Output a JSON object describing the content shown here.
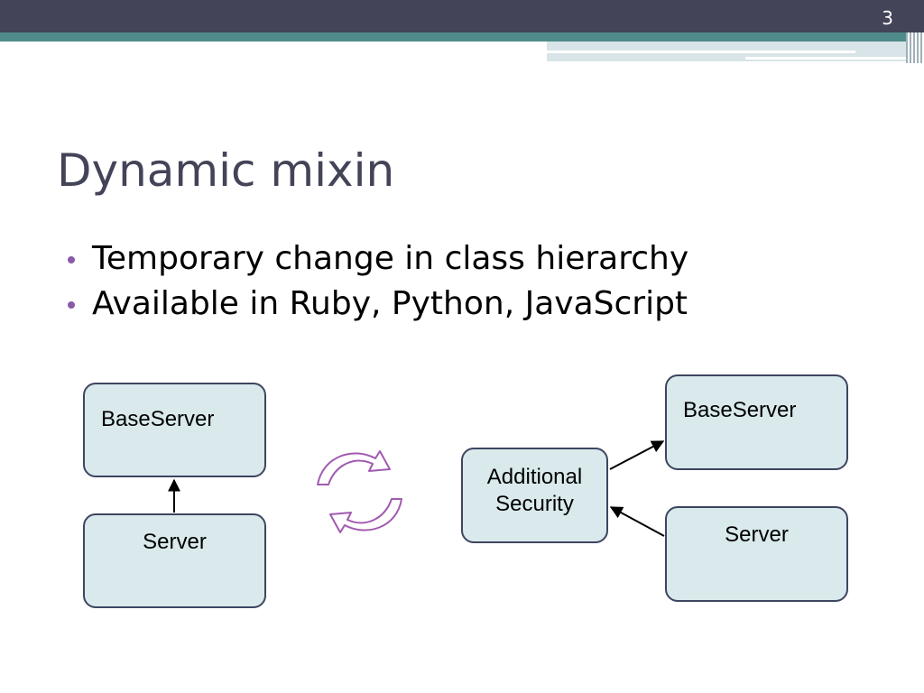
{
  "slide": {
    "page_number": "3",
    "title": "Dynamic mixin",
    "bullets": [
      "Temporary change in class hierarchy",
      "Available in Ruby, Python, JavaScript"
    ]
  },
  "diagram": {
    "left": {
      "base_box": "BaseServer",
      "server_box": "Server"
    },
    "right": {
      "mixin_box": "Additional\nSecurity",
      "base_box": "BaseServer",
      "server_box": "Server"
    }
  },
  "colors": {
    "header_dark": "#434458",
    "header_teal": "#4f8b8b",
    "box_fill": "#d9e9ec",
    "box_border": "#3e4560",
    "bullet": "#8a5aa8",
    "cycle_arrows": "#a15ab0",
    "title_text": "#434458"
  }
}
